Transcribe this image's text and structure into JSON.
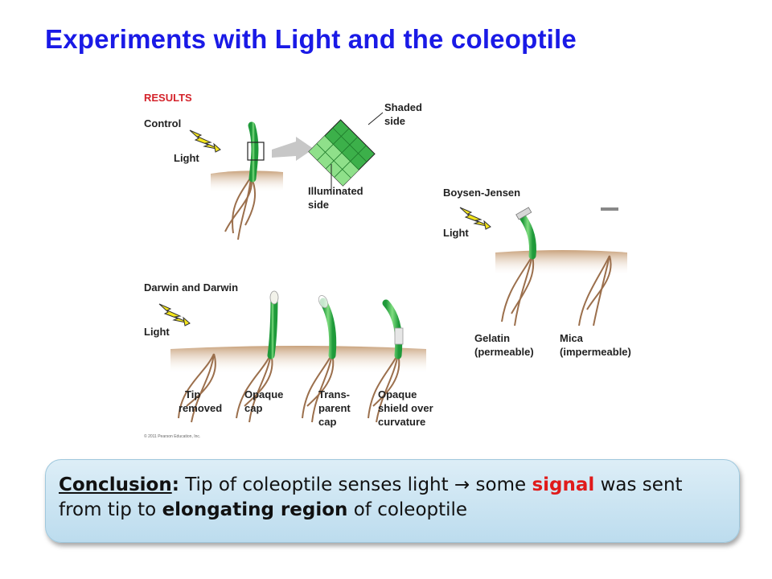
{
  "title": "Experiments with Light and the coleoptile",
  "diagram": {
    "results_label": "RESULTS",
    "control": {
      "label": "Control",
      "light": "Light",
      "shaded": [
        "Shaded",
        "side"
      ],
      "illuminated": [
        "Illuminated",
        "side"
      ]
    },
    "boysen_jensen": {
      "label": "Boysen-Jensen",
      "light": "Light",
      "gelatin": [
        "Gelatin",
        "(permeable)"
      ],
      "mica": [
        "Mica",
        "(impermeable)"
      ]
    },
    "darwin": {
      "label": "Darwin and Darwin",
      "light": "Light",
      "tip_removed": [
        "Tip",
        "removed"
      ],
      "opaque_cap": [
        "Opaque",
        "cap"
      ],
      "transparent_cap": [
        "Trans-",
        "parent",
        "cap"
      ],
      "opaque_shield": [
        "Opaque",
        "shield over",
        "curvature"
      ]
    },
    "copyright": "© 2011 Pearson Education, Inc."
  },
  "conclusion": {
    "heading": "Conclusion",
    "colon": ":",
    "text1": " Tip of coleoptile senses light ",
    "arrow": "→",
    "text2": " some ",
    "signal": "signal",
    "text3": " was sent from tip to ",
    "elongating": "elongating region",
    "text4": " of coleoptile"
  }
}
